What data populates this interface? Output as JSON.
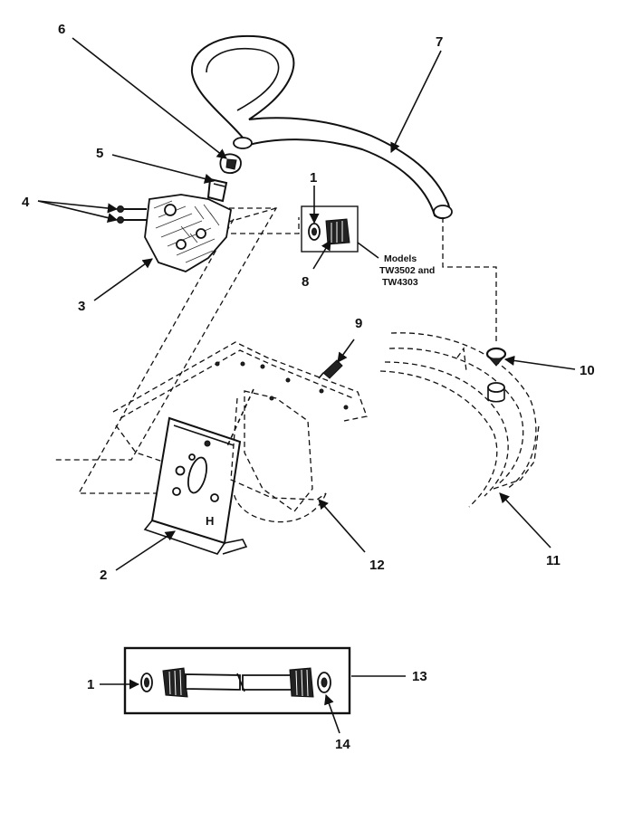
{
  "callouts": {
    "c1_top": "1",
    "c1_bottom": "1",
    "c2": "2",
    "c3": "3",
    "c4": "4",
    "c5": "5",
    "c6": "6",
    "c7": "7",
    "c8": "8",
    "c9": "9",
    "c10": "10",
    "c11": "11",
    "c12": "12",
    "c13": "13",
    "c14": "14"
  },
  "note": {
    "line1": "Models",
    "line2": "TW3502 and",
    "line3": "TW4303"
  },
  "bracket_mark": "H"
}
